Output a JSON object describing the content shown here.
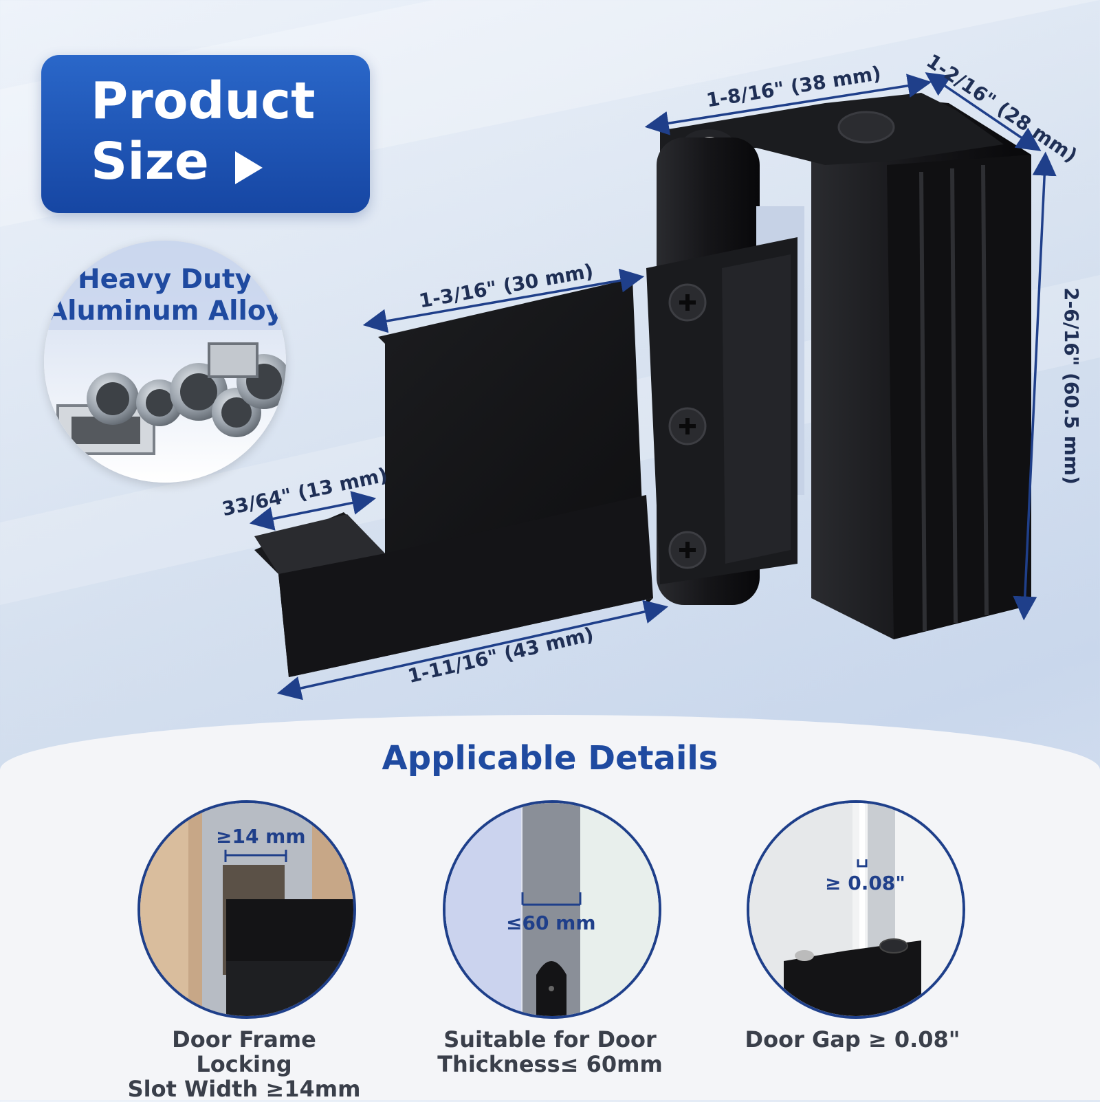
{
  "badge": {
    "line1": "Product",
    "line2": "Size"
  },
  "material": {
    "line1": "Heavy Duty",
    "line2": "Aluminum Alloy"
  },
  "dimensions": {
    "top": "1-8/16\" (38 mm)",
    "corner": "1-2/16\" (28 mm)",
    "height": "2-6/16\" (60.5 mm)",
    "arm": "1-3/16\" (30 mm)",
    "lip": "33/64\" (13 mm)",
    "base": "1-11/16\" (43 mm)"
  },
  "applicable": {
    "title": "Applicable Details",
    "items": [
      {
        "label": "≥14 mm",
        "caption1": "Door Frame Locking",
        "caption2": "Slot Width ≥14mm"
      },
      {
        "label": "≤60 mm",
        "caption1": "Suitable for Door",
        "caption2": "Thickness≤ 60mm"
      },
      {
        "label": "≥ 0.08\"",
        "caption1": "Door Gap ≥ 0.08\"",
        "caption2": ""
      }
    ]
  },
  "colors": {
    "accent": "#1f4aa0",
    "badge": "#1d55b8",
    "product": "#141416"
  }
}
